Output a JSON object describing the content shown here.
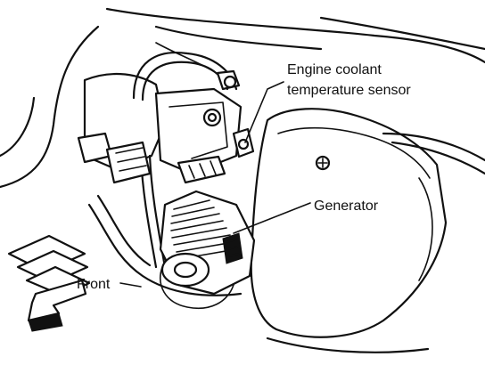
{
  "labels": {
    "coolant_line1": "Engine coolant",
    "coolant_line2": "temperature sensor",
    "generator": "Generator",
    "front": "Front"
  },
  "icons": {
    "front_arrow": "front-direction-arrow-icon"
  },
  "colors": {
    "ink": "#111111",
    "paper": "#ffffff"
  }
}
